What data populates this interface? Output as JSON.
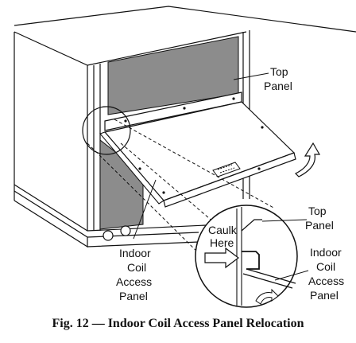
{
  "labels": {
    "top_panel": [
      "Top",
      "Panel"
    ],
    "indoor_coil_panel": [
      "Indoor",
      "Coil",
      "Access",
      "Panel"
    ],
    "detail_caulk": [
      "Caulk",
      "Here"
    ],
    "detail_top_panel": [
      "Top",
      "Panel"
    ],
    "detail_indoor_coil_panel": [
      "Indoor",
      "Coil",
      "Access",
      "Panel"
    ]
  },
  "caption": "Fig. 12 — Indoor Coil Access Panel Relocation",
  "colors": {
    "line": "#111111",
    "coil_gray": "#8c8c8c",
    "arrow_fill": "#ffffff"
  }
}
